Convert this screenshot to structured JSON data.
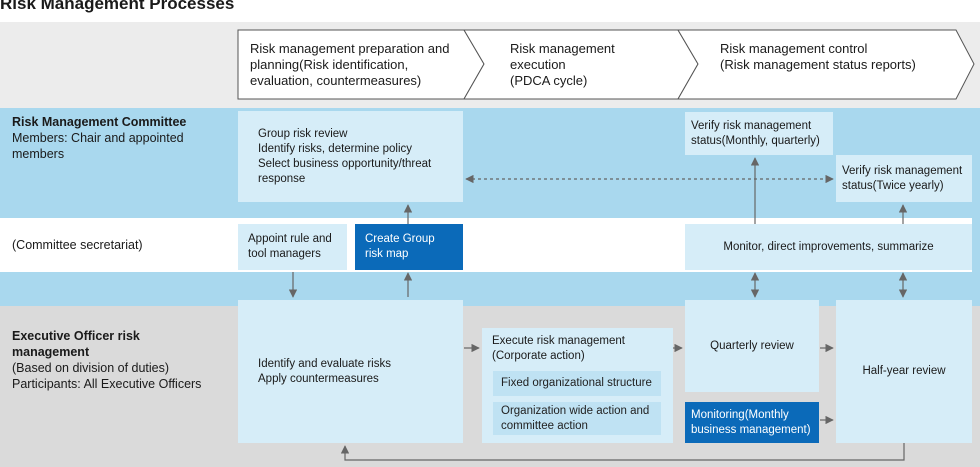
{
  "title": "Risk Management Processes",
  "stages": [
    "Risk management preparation and planning(Risk identification, evaluation, countermeasures)",
    "Risk management execution (PDCA cycle)",
    "Risk management control (Risk management status reports)"
  ],
  "stage_lines": {
    "s1": [
      "Risk management preparation and",
      "planning(Risk identification,",
      "evaluation, countermeasures)"
    ],
    "s2": [
      "Risk management",
      "execution",
      "(PDCA cycle)"
    ],
    "s3": [
      "Risk management control",
      "(Risk management status reports)"
    ]
  },
  "lanes": {
    "committee": {
      "heading": "Risk Management Committee",
      "sub": [
        "Members: Chair and appointed",
        "members"
      ]
    },
    "secretariat": {
      "label": "(Committee secretariat)"
    },
    "executive": {
      "heading": [
        "Executive Officer risk",
        "management"
      ],
      "sub": [
        "(Based on division of duties)",
        "Participants: All Executive Officers"
      ]
    }
  },
  "boxes": {
    "group_review": [
      "Group risk review",
      "Identify risks, determine policy",
      "Select business opportunity/threat",
      "response"
    ],
    "verify_monthly": [
      "Verify risk management",
      "status(Monthly, quarterly)"
    ],
    "verify_twice": [
      "Verify risk management",
      "status(Twice yearly)"
    ],
    "appoint": [
      "Appoint rule and",
      "tool managers"
    ],
    "create_map": [
      "Create Group",
      "risk map"
    ],
    "monitor": "Monitor, direct improvements, summarize",
    "identify": [
      "Identify and evaluate risks",
      "Apply countermeasures"
    ],
    "execute": [
      "Execute risk management",
      "(Corporate action)"
    ],
    "fixed": "Fixed organizational structure",
    "org_wide": [
      "Organization wide action and",
      "committee action"
    ],
    "quarterly": "Quarterly review",
    "monitoring": [
      "Monitoring(Monthly",
      "business management)"
    ],
    "half_year": "Half-year review"
  },
  "colors": {
    "light_box": "#d6edf8",
    "dark_box": "#0b6ab9",
    "blue_band": "#a9d8ee",
    "grey_band": "#dadada",
    "arrow": "#666666"
  }
}
